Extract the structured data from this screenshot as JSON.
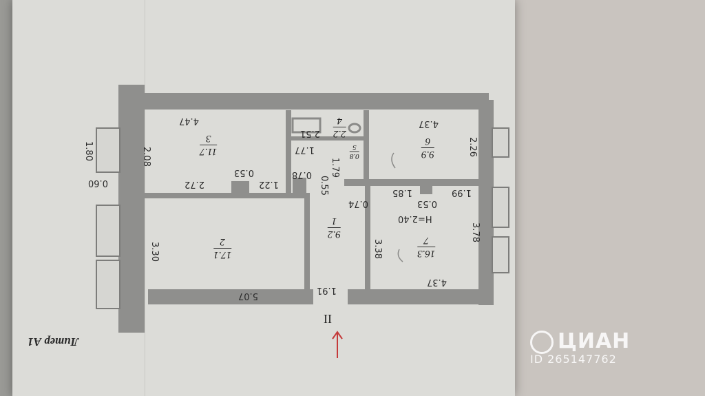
{
  "sheet": {
    "title": "Литер А1",
    "entrance_mark": "II"
  },
  "rooms": [
    {
      "num": "1",
      "area": "9.2"
    },
    {
      "num": "2",
      "area": "17.1"
    },
    {
      "num": "3",
      "area": "11.7"
    },
    {
      "num": "4",
      "area": "2.2"
    },
    {
      "num": "5",
      "area": "0.8"
    },
    {
      "num": "6",
      "area": "9.9"
    },
    {
      "num": "7",
      "area": "16.3"
    }
  ],
  "dimensions": {
    "d1": "4.47",
    "d2": "2.08",
    "d3": "1.80",
    "d4": "0.60",
    "d5": "0.53",
    "d6": "2.72",
    "d7": "1.22",
    "d8": "0.78",
    "d9": "0.55",
    "d10": "2.51",
    "d11": "1.77",
    "d12": "1.79",
    "d13": "0.74",
    "d14": "4.37",
    "d15": "2.26",
    "d16": "1.85",
    "d17": "1.99",
    "d18": "0.53",
    "d19": "3.78",
    "d20": "3.38",
    "d21": "4.37",
    "d22": "5.07",
    "d23": "3.30",
    "d24": "1.91",
    "height": "H=2.40"
  },
  "watermark": {
    "brand": "ЦИАН",
    "id": "ID 265147762"
  },
  "colors": {
    "paper": "#dcdcd8",
    "wall": "#8f8f8d",
    "background": "#9a9a96"
  }
}
